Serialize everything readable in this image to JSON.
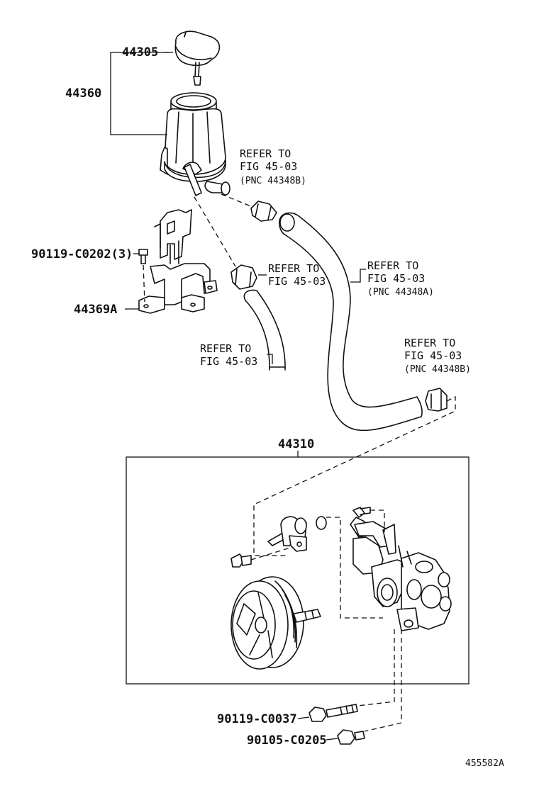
{
  "parts": {
    "cap": "44305",
    "reservoir": "44360",
    "bracket_bolt": "90119-C0202(3)",
    "bracket": "44369A",
    "pump_assembly": "44310",
    "pump_bolt_1": "90119-C0037",
    "pump_bolt_2": "90105-C0205"
  },
  "references": {
    "ref1": {
      "line1": "REFER TO",
      "line2": "FIG 45-03",
      "line3": "(PNC 44348B)"
    },
    "ref2": {
      "line1": "REFER TO",
      "line2": "FIG 45-03"
    },
    "ref3": {
      "line1": "REFER TO",
      "line2": "FIG 45-03",
      "line3": "(PNC 44348A)"
    },
    "ref4": {
      "line1": "REFER TO",
      "line2": "FIG 45-03"
    },
    "ref5": {
      "line1": "REFER TO",
      "line2": "FIG 45-03",
      "line3": "(PNC 44348B)"
    }
  },
  "figure_id": "455582A"
}
